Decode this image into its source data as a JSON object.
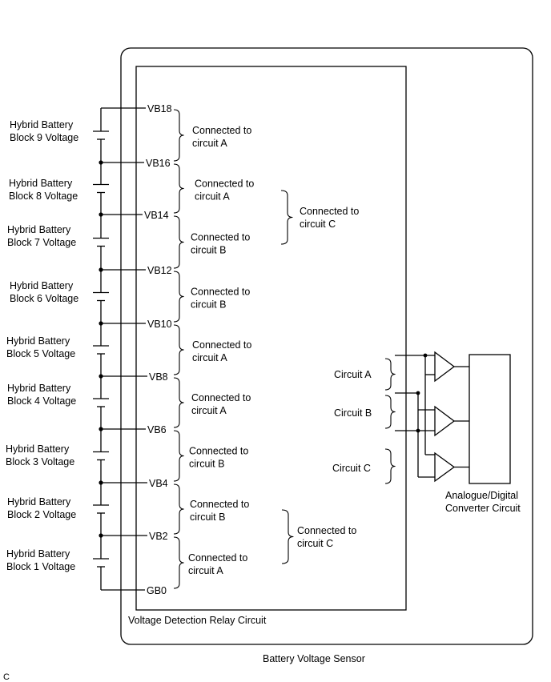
{
  "sensor_label": "Battery Voltage Sensor",
  "relay_label": "Voltage Detection Relay Circuit",
  "adc_label_line1": "Analogue/Digital",
  "adc_label_line2": "Converter Circuit",
  "figure_code": "C",
  "blocks": [
    {
      "line1": "Hybrid Battery",
      "line2": "Block 9 Voltage"
    },
    {
      "line1": "Hybrid Battery",
      "line2": "Block 8 Voltage"
    },
    {
      "line1": "Hybrid Battery",
      "line2": "Block 7 Voltage"
    },
    {
      "line1": "Hybrid Battery",
      "line2": "Block 6 Voltage"
    },
    {
      "line1": "Hybrid Battery",
      "line2": "Block 5 Voltage"
    },
    {
      "line1": "Hybrid Battery",
      "line2": "Block 4 Voltage"
    },
    {
      "line1": "Hybrid Battery",
      "line2": "Block 3 Voltage"
    },
    {
      "line1": "Hybrid Battery",
      "line2": "Block 2 Voltage"
    },
    {
      "line1": "Hybrid Battery",
      "line2": "Block 1 Voltage"
    }
  ],
  "terminals": [
    "VB18",
    "VB16",
    "VB14",
    "VB12",
    "VB10",
    "VB8",
    "VB6",
    "VB4",
    "VB2",
    "GB0"
  ],
  "connections": [
    {
      "line1": "Connected to",
      "line2": "circuit A"
    },
    {
      "line1": "Connected to",
      "line2": "circuit A"
    },
    {
      "line1": "Connected to",
      "line2": "circuit B"
    },
    {
      "line1": "Connected to",
      "line2": "circuit B"
    },
    {
      "line1": "Connected to",
      "line2": "circuit A"
    },
    {
      "line1": "Connected to",
      "line2": "circuit A"
    },
    {
      "line1": "Connected to",
      "line2": "circuit B"
    },
    {
      "line1": "Connected to",
      "line2": "circuit B"
    },
    {
      "line1": "Connected to",
      "line2": "circuit A"
    }
  ],
  "group_connections": [
    {
      "line1": "Connected to",
      "line2": "circuit C"
    },
    {
      "line1": "Connected to",
      "line2": "circuit C"
    }
  ],
  "circuits": [
    "Circuit A",
    "Circuit B",
    "Circuit C"
  ]
}
